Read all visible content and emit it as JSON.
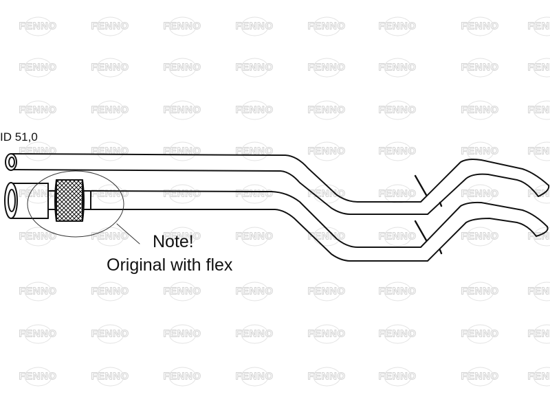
{
  "watermark": {
    "text": "FENNO",
    "color": "#d4d4d4"
  },
  "labels": {
    "dimension": "ID 51,0",
    "note_title": "Note!",
    "note_body": "Original with flex"
  },
  "colors": {
    "line": "#111111",
    "background": "#ffffff"
  }
}
